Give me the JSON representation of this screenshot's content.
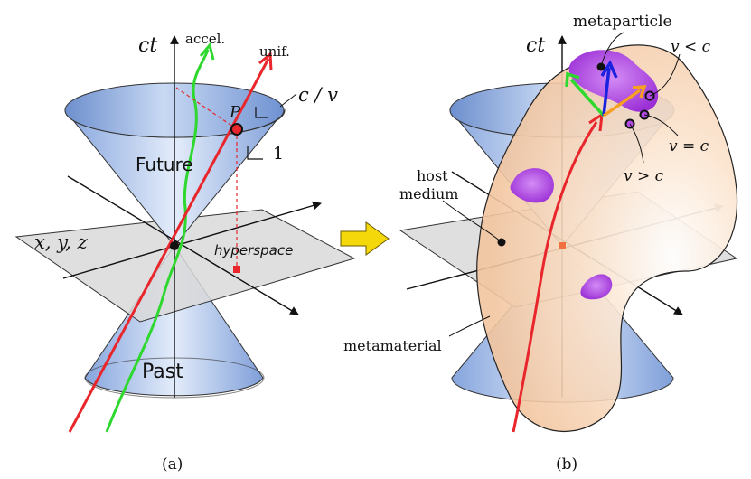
{
  "panel_a": {
    "caption": "(a)",
    "axis_time": "ct",
    "axis_space": "x, y, z",
    "future": "Future",
    "past": "Past",
    "hyperspace": "hyperspace",
    "worldline_accel": "accel.",
    "worldline_unif": "unif.",
    "event_point": "P",
    "slope_ratio": "c / v",
    "slope_unit": "1",
    "colors": {
      "accel": "#2ed82e",
      "unif": "#e8262b",
      "cone": "#9db8e6"
    }
  },
  "panel_b": {
    "caption": "(b)",
    "axis_time": "ct",
    "metaparticle": "metaparticle",
    "v_less": "v < c",
    "v_equal": "v = c",
    "v_greater": "v > c",
    "host_medium": "host\nmedium",
    "metamaterial": "metamaterial",
    "colors": {
      "medium": "#f6d2b0",
      "inclusion": "#b24be6",
      "arrow_green": "#2ed82e",
      "arrow_blue": "#1a22e0",
      "arrow_orange": "#f5a020"
    }
  },
  "transition_arrow_icon": "right-arrow-icon",
  "transition_arrow_color": "#f5d80a"
}
